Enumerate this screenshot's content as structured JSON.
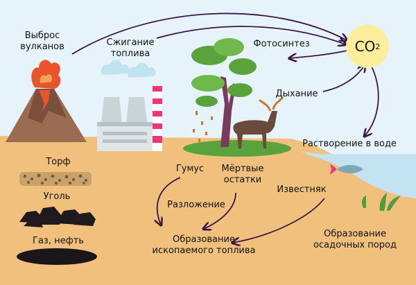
{
  "co2": {
    "base": "CO",
    "sub": "2"
  },
  "labels": {
    "volcano": "Выброс\nвулканов",
    "fuel_burning": "Сжигание\nтоплива",
    "photosynthesis": "Фотосинтез",
    "respiration": "Дыхание",
    "dissolution": "Растворение в воде",
    "peat": "Торф",
    "coal": "Уголь",
    "gas_oil": "Газ, нефть",
    "humus": "Гумус",
    "dead_remains": "Мёртвые\nостатки",
    "decomposition": "Разложение",
    "limestone": "Известняк",
    "fossil_fuel_formation": "Образование\nископаемого топлива",
    "sediment_formation": "Образование\nосадочных пород"
  },
  "colors": {
    "sky": "#e6f3fa",
    "ground": "#f0c07c",
    "water": "#c3e2f2",
    "co2_fill": "#fbef9c",
    "arrow": "#3a1448",
    "lava": "#e8542b",
    "chimney_stripe": "#e8387a",
    "tree_green": "#5aa23b"
  }
}
